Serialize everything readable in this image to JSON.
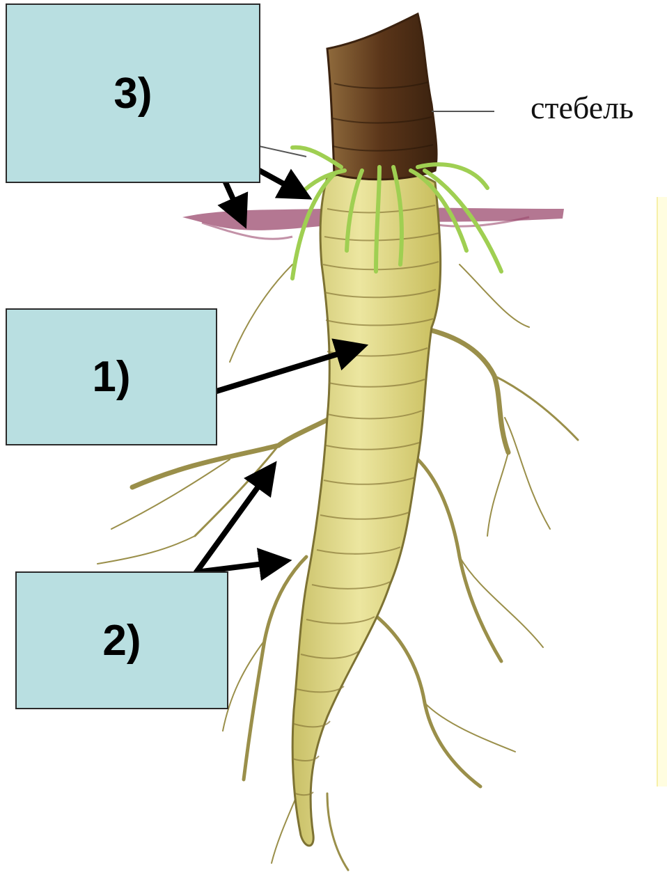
{
  "labels": {
    "box3": "3)",
    "box1": "1)",
    "box2": "2)",
    "stem": "стебель"
  },
  "colors": {
    "box_fill": "#b9dfe1",
    "root_fill": "#e2dd86",
    "root_stripe": "#8a7a3a",
    "stem_fill": "#6e4a2a",
    "leaf": "#b9dc6a",
    "soil": "#9b4a6e",
    "arrow": "#000000"
  }
}
